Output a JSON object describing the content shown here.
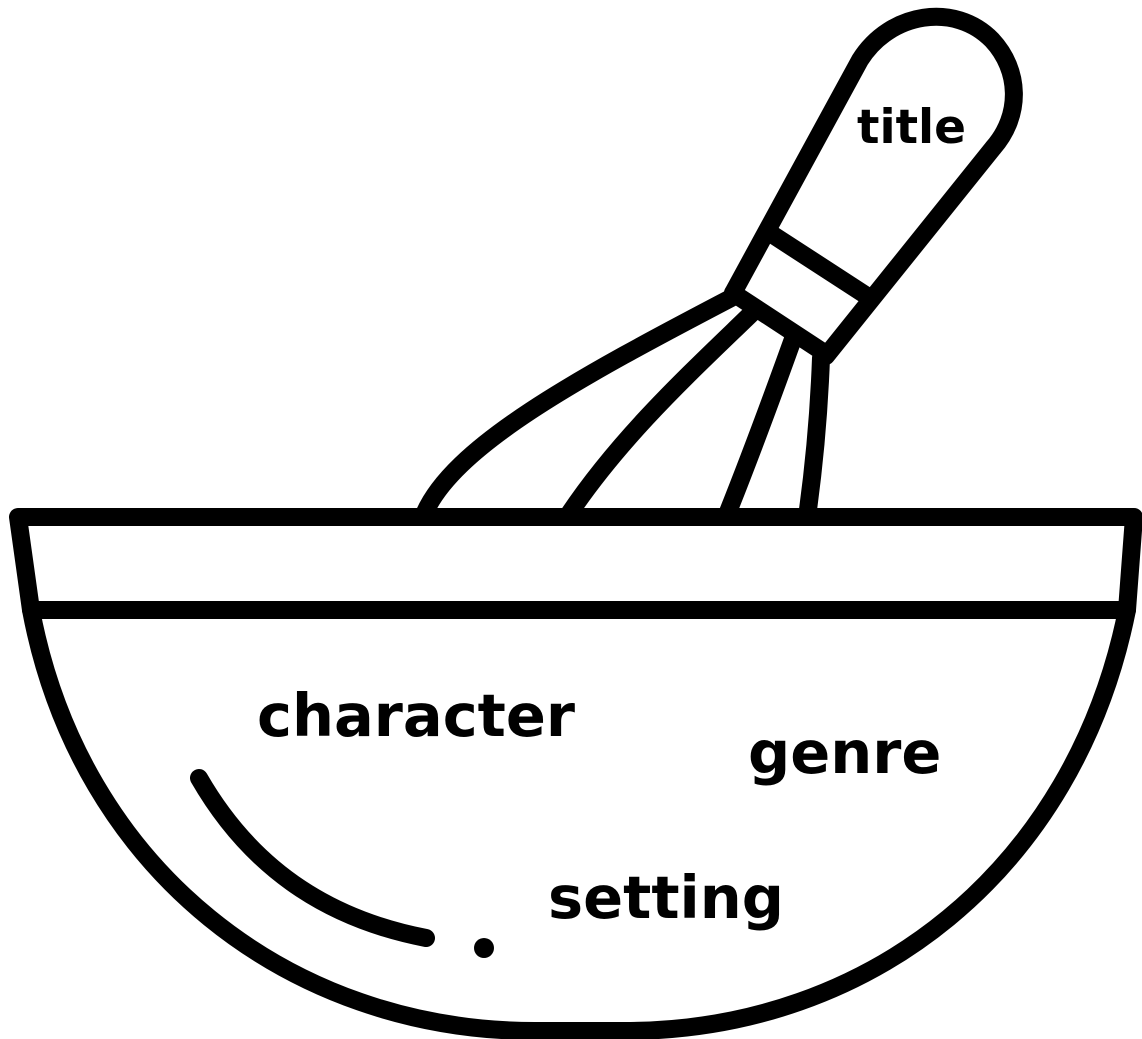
{
  "labels": {
    "title": "title",
    "character": "character",
    "genre": "genre",
    "setting": "setting"
  },
  "colors": {
    "line": "#000000",
    "background": "#ffffff"
  }
}
